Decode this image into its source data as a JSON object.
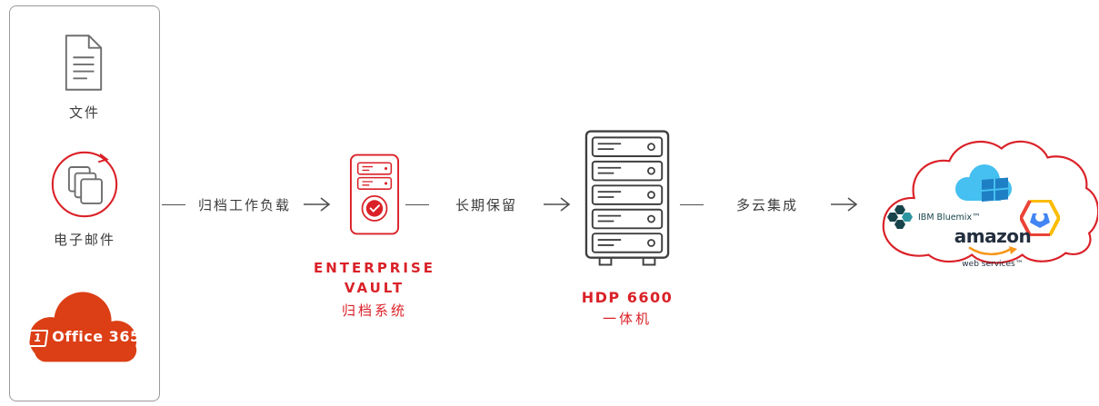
{
  "palette": {
    "accent_red": "#da2128",
    "line_gray": "#4f4f4f",
    "icon_gray": "#6e6e6e",
    "text_dark": "#3d3d3d",
    "office365_red": "#dc3e15",
    "azure_cloud_blue": "#45c0f0",
    "windows_blue": "#1f7fc4",
    "ibm_dark_teal": "#17444b",
    "ibm_light_teal": "#2e96a0",
    "gcp_red": "#ea4335",
    "gcp_yellow": "#fbbc05",
    "gcp_blue": "#4285f4",
    "amazon_dark": "#232f3e",
    "amazon_orange": "#f7981d"
  },
  "sources": {
    "files_label": "文件",
    "email_label": "电子邮件",
    "office365": {
      "one_mark": "1",
      "label": "Office 365"
    }
  },
  "connectors": [
    {
      "label": "归档工作负载"
    },
    {
      "label": "长期保留"
    },
    {
      "label": "多云集成"
    }
  ],
  "nodes": {
    "enterprise_vault": {
      "title_line1": "ENTERPRISE",
      "title_line2": "VAULT",
      "subtitle": "归档系统"
    },
    "hdp": {
      "title": "HDP 6600",
      "subtitle": "一体机"
    }
  },
  "cloud_logos": {
    "ibm": "IBM Bluemix™",
    "amazon_line1": "amazon",
    "amazon_line2": "web services™"
  }
}
